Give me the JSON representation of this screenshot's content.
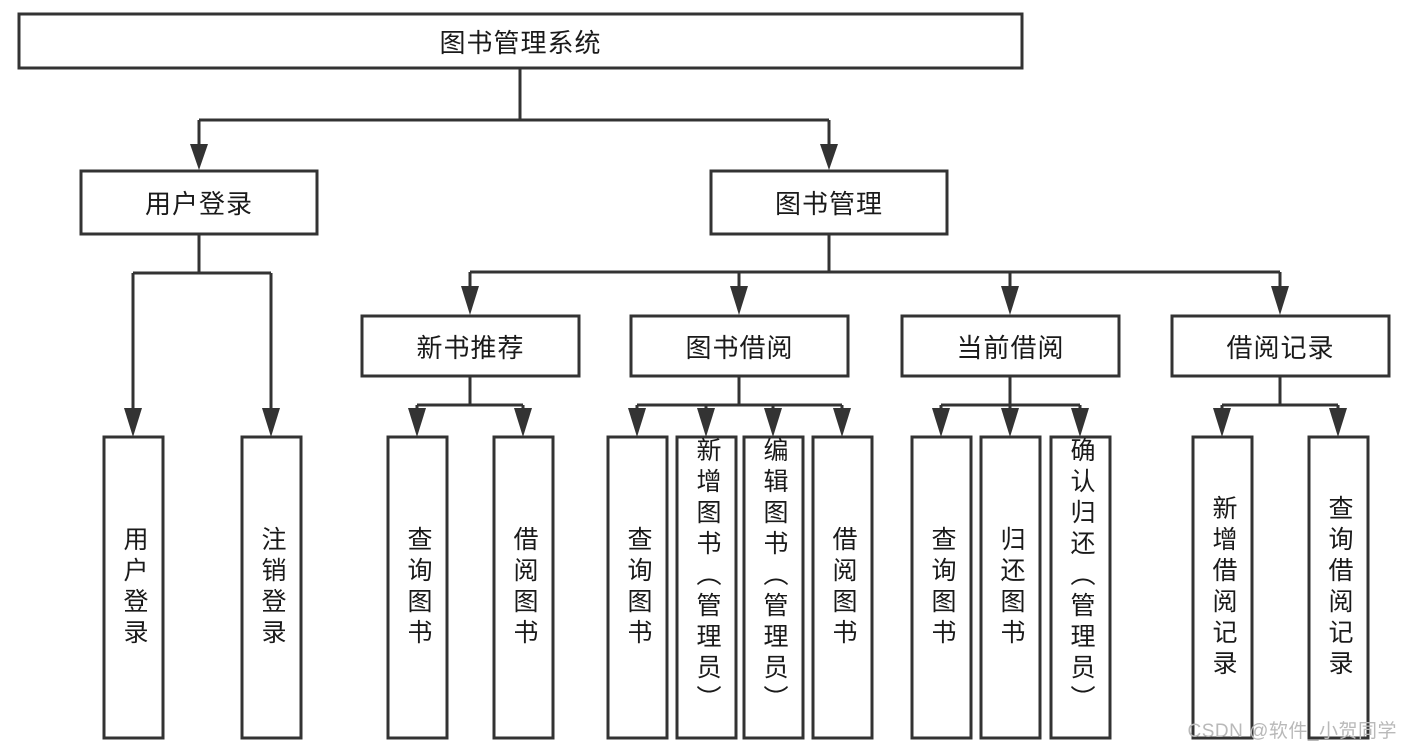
{
  "diagram": {
    "title": "图书管理系统",
    "type": "hierarchy-tree",
    "watermark": "CSDN @软件_小贺同学",
    "colors": {
      "stroke": "#333333",
      "fill": "#ffffff",
      "text": "#1a1a1a",
      "watermark": "#b9b9b9"
    },
    "root": {
      "id": "root",
      "label": "图书管理系统"
    },
    "level2": [
      {
        "id": "user-login",
        "label": "用户登录"
      },
      {
        "id": "book-manage",
        "label": "图书管理"
      }
    ],
    "level3": [
      {
        "id": "new-book-recommend",
        "label": "新书推荐",
        "parent": "book-manage"
      },
      {
        "id": "book-borrow",
        "label": "图书借阅",
        "parent": "book-manage"
      },
      {
        "id": "current-borrow",
        "label": "当前借阅",
        "parent": "book-manage"
      },
      {
        "id": "borrow-record",
        "label": "借阅记录",
        "parent": "book-manage"
      }
    ],
    "leaves": [
      {
        "id": "leaf-user-login",
        "label": "用户登录",
        "parent": "user-login"
      },
      {
        "id": "leaf-user-logout",
        "label": "注销登录",
        "parent": "user-login"
      },
      {
        "id": "leaf-query-book-1",
        "label": "查询图书",
        "parent": "new-book-recommend"
      },
      {
        "id": "leaf-borrow-book-1",
        "label": "借阅图书",
        "parent": "new-book-recommend"
      },
      {
        "id": "leaf-query-book-2",
        "label": "查询图书",
        "parent": "book-borrow"
      },
      {
        "id": "leaf-add-book",
        "label": "新增图书（管理员）",
        "parent": "book-borrow"
      },
      {
        "id": "leaf-edit-book",
        "label": "编辑图书（管理员）",
        "parent": "book-borrow"
      },
      {
        "id": "leaf-borrow-book-2",
        "label": "借阅图书",
        "parent": "book-borrow"
      },
      {
        "id": "leaf-query-book-3",
        "label": "查询图书",
        "parent": "current-borrow"
      },
      {
        "id": "leaf-return-book",
        "label": "归还图书",
        "parent": "current-borrow"
      },
      {
        "id": "leaf-confirm-return",
        "label": "确认归还（管理员）",
        "parent": "current-borrow"
      },
      {
        "id": "leaf-add-record",
        "label": "新增借阅记录",
        "parent": "borrow-record"
      },
      {
        "id": "leaf-query-record",
        "label": "查询借阅记录",
        "parent": "borrow-record"
      }
    ]
  }
}
